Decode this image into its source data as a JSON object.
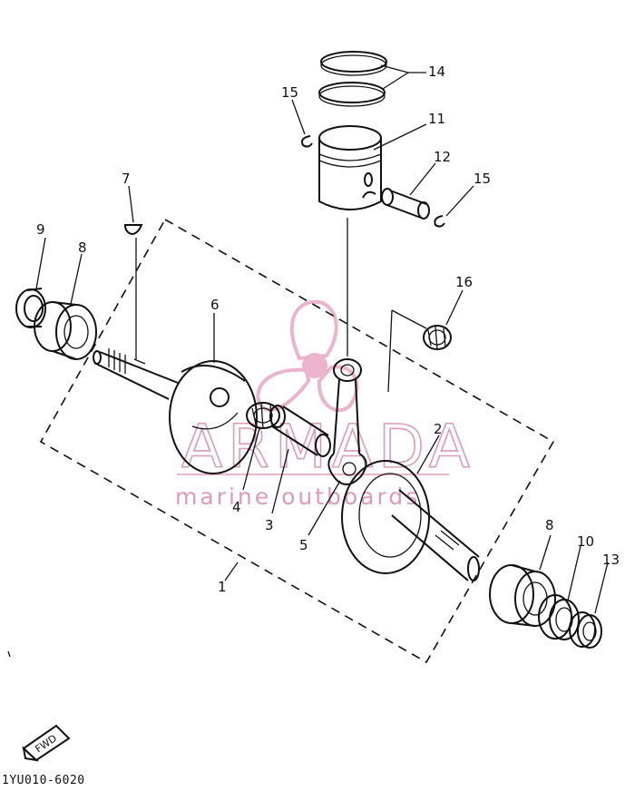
{
  "diagram": {
    "part_labels": [
      {
        "id": "1",
        "text": "1"
      },
      {
        "id": "2",
        "text": "2"
      },
      {
        "id": "3",
        "text": "3"
      },
      {
        "id": "4",
        "text": "4"
      },
      {
        "id": "5",
        "text": "5"
      },
      {
        "id": "6",
        "text": "6"
      },
      {
        "id": "7",
        "text": "7"
      },
      {
        "id": "8a",
        "text": "8"
      },
      {
        "id": "8b",
        "text": "8"
      },
      {
        "id": "9",
        "text": "9"
      },
      {
        "id": "10",
        "text": "10"
      },
      {
        "id": "11",
        "text": "11"
      },
      {
        "id": "12",
        "text": "12"
      },
      {
        "id": "13",
        "text": "13"
      },
      {
        "id": "14",
        "text": "14"
      },
      {
        "id": "15a",
        "text": "15"
      },
      {
        "id": "15b",
        "text": "15"
      },
      {
        "id": "16",
        "text": "16"
      }
    ],
    "fwd_label": "FWD",
    "drawing_code": "1YU010-6020"
  },
  "watermark": {
    "brand": "ARMADA",
    "tagline": "marine outboards",
    "color": "#e8a6c4"
  }
}
